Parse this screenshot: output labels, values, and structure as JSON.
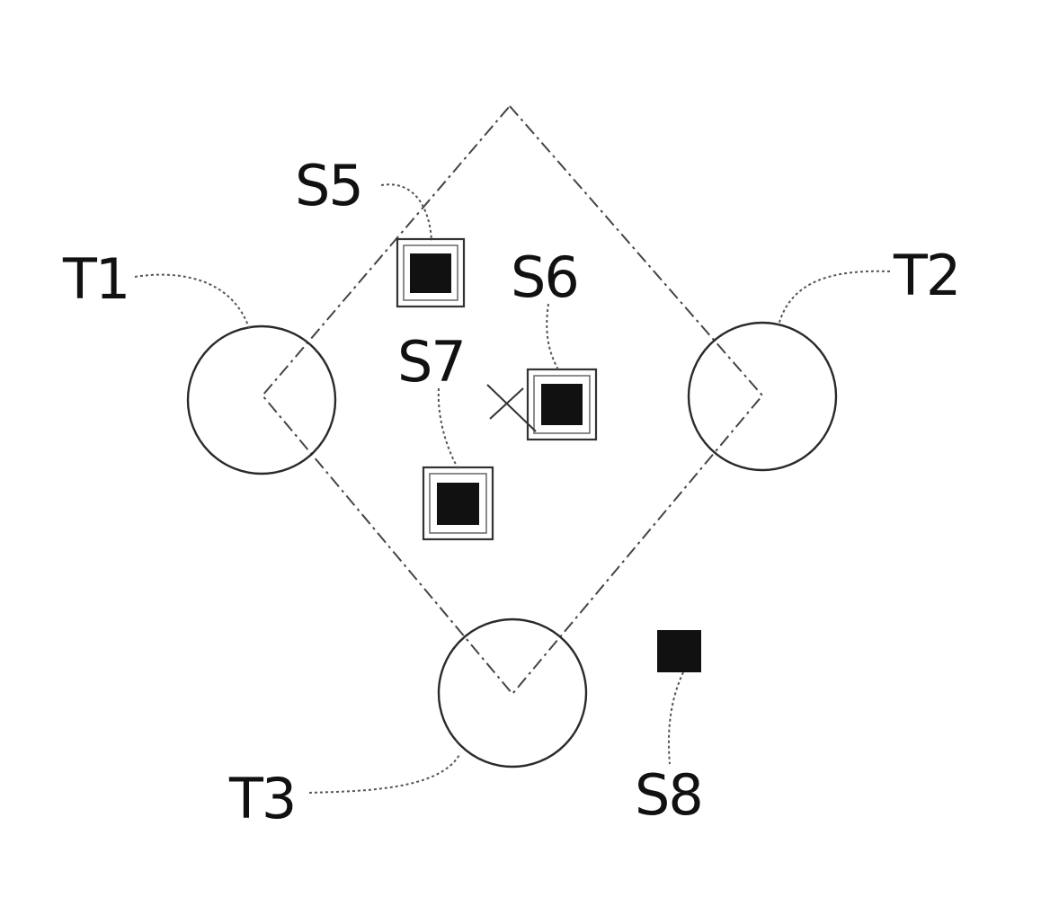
{
  "diagram": {
    "labels": {
      "t1": "T1",
      "t2": "T2",
      "t3": "T3",
      "s5": "S5",
      "s6": "S6",
      "s7": "S7",
      "s8": "S8"
    },
    "colors": {
      "line": "#2a2a2a",
      "fill": "#111111",
      "background": "#ffffff"
    }
  }
}
